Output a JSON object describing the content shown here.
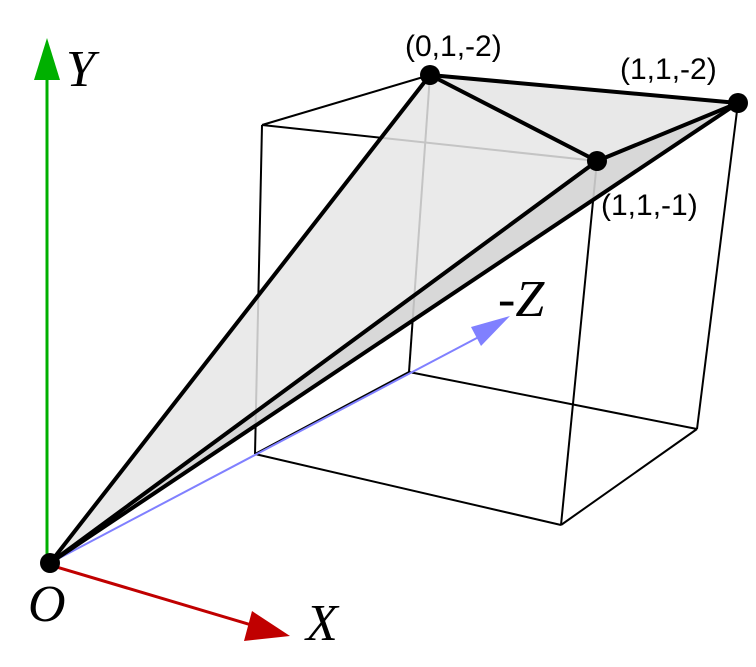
{
  "axes": {
    "x_label": "X",
    "y_label": "Y",
    "z_label": "-Z",
    "origin_label": "O",
    "x_color": "#c00000",
    "y_color": "#00b000",
    "z_color": "#8080ff"
  },
  "points": [
    {
      "id": "p1",
      "label": "(0,1,-2)"
    },
    {
      "id": "p2",
      "label": "(1,1,-2)"
    },
    {
      "id": "p3",
      "label": "(1,1,-1)"
    }
  ],
  "colors": {
    "face_fill": "#e6e6e6",
    "face_fill_dark": "#d4d4d4",
    "edge": "#000000",
    "background": "#ffffff"
  }
}
